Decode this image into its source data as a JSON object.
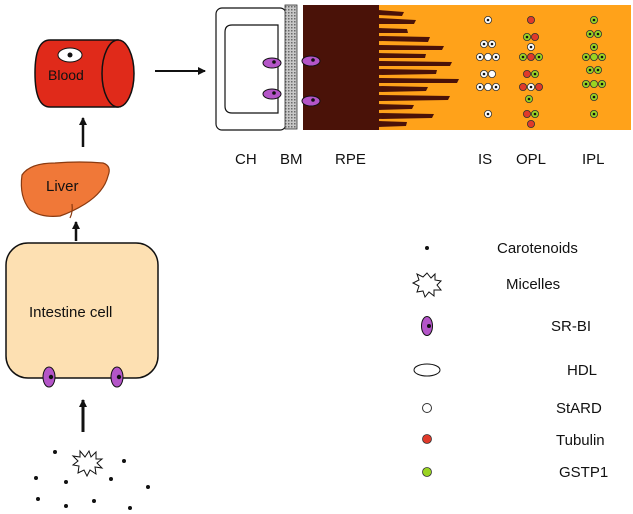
{
  "organs": {
    "blood": "Blood",
    "liver": "Liver",
    "intestine": "Intestine cell"
  },
  "retina_labels": {
    "ch": "CH",
    "bm": "BM",
    "rpe": "RPE",
    "is": "IS",
    "opl": "OPL",
    "ipl": "IPL"
  },
  "legend": [
    {
      "key": "carotenoids",
      "label": "Carotenoids",
      "icon": "dot-icon"
    },
    {
      "key": "micelles",
      "label": "Micelles",
      "icon": "micelle-icon"
    },
    {
      "key": "srbi",
      "label": "SR-BI",
      "icon": "srbi-icon"
    },
    {
      "key": "hdl",
      "label": "HDL",
      "icon": "hdl-icon"
    },
    {
      "key": "stard",
      "label": "StARD",
      "icon": "white-circle-icon"
    },
    {
      "key": "tubulin",
      "label": "Tubulin",
      "icon": "red-circle-icon"
    },
    {
      "key": "gstp1",
      "label": "GSTP1",
      "icon": "green-circle-icon"
    }
  ],
  "colors": {
    "blood": "#e02a1a",
    "liver": "#f07838",
    "intestine": "#fde0b2",
    "srbi": "#b455c8",
    "rpe": "#4a1208",
    "retina": "#ffa21a",
    "bm": "#999999",
    "tubulin": "#e03a2a",
    "gstp1": "#9ad422"
  }
}
